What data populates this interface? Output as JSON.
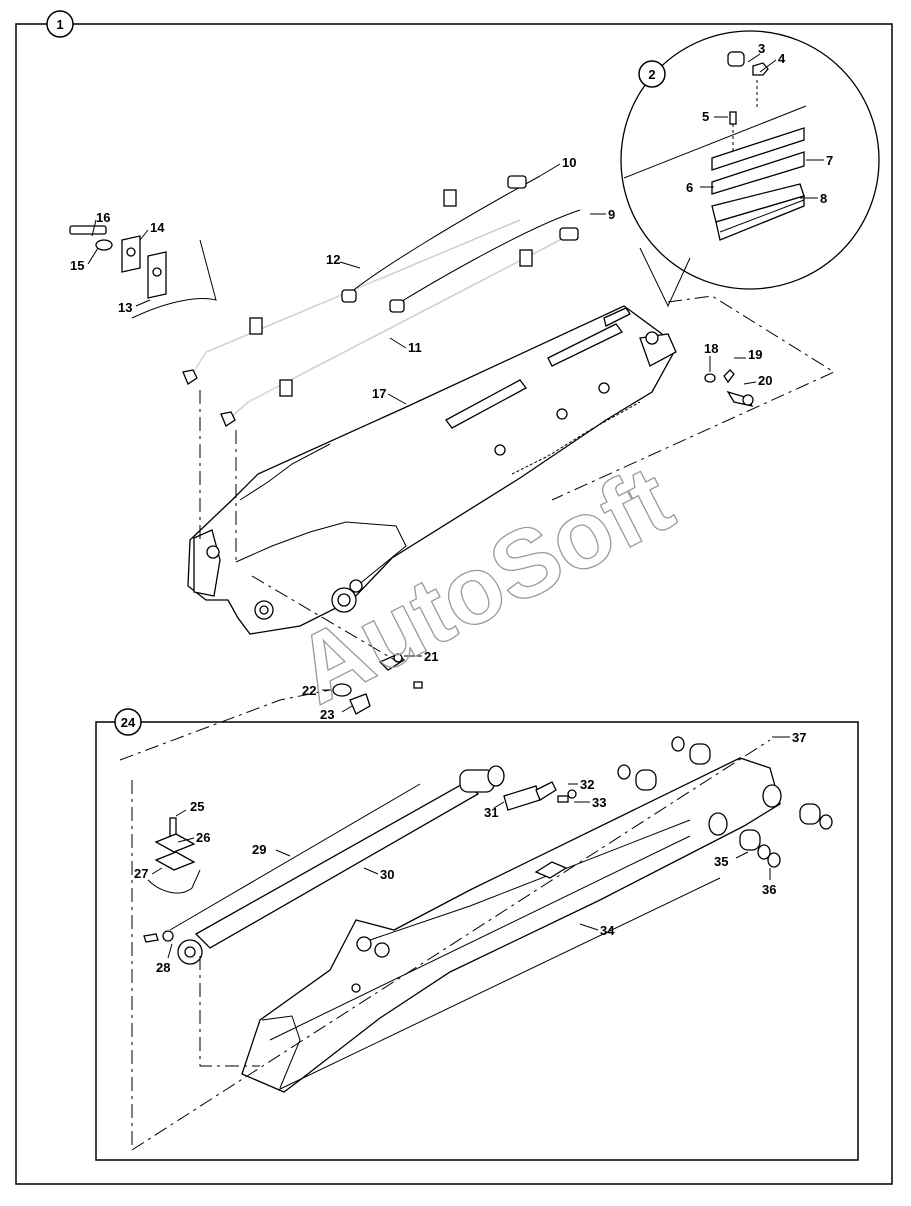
{
  "watermark": "AutoSoft",
  "groups": [
    {
      "id": "1",
      "label": "1"
    },
    {
      "id": "2",
      "label": "2"
    },
    {
      "id": "24",
      "label": "24"
    }
  ],
  "callouts": [
    {
      "id": "3",
      "label": "3"
    },
    {
      "id": "4",
      "label": "4"
    },
    {
      "id": "5",
      "label": "5"
    },
    {
      "id": "6",
      "label": "6"
    },
    {
      "id": "7",
      "label": "7"
    },
    {
      "id": "8",
      "label": "8"
    },
    {
      "id": "9",
      "label": "9"
    },
    {
      "id": "10",
      "label": "10"
    },
    {
      "id": "11",
      "label": "11"
    },
    {
      "id": "12",
      "label": "12"
    },
    {
      "id": "13",
      "label": "13"
    },
    {
      "id": "14",
      "label": "14"
    },
    {
      "id": "15",
      "label": "15"
    },
    {
      "id": "16",
      "label": "16"
    },
    {
      "id": "17",
      "label": "17"
    },
    {
      "id": "18",
      "label": "18"
    },
    {
      "id": "19",
      "label": "19"
    },
    {
      "id": "20",
      "label": "20"
    },
    {
      "id": "21",
      "label": "21"
    },
    {
      "id": "22",
      "label": "22"
    },
    {
      "id": "23",
      "label": "23"
    },
    {
      "id": "25",
      "label": "25"
    },
    {
      "id": "26",
      "label": "26"
    },
    {
      "id": "27",
      "label": "27"
    },
    {
      "id": "28",
      "label": "28"
    },
    {
      "id": "29",
      "label": "29"
    },
    {
      "id": "30",
      "label": "30"
    },
    {
      "id": "31",
      "label": "31"
    },
    {
      "id": "32",
      "label": "32"
    },
    {
      "id": "33",
      "label": "33"
    },
    {
      "id": "34",
      "label": "34"
    },
    {
      "id": "35",
      "label": "35"
    },
    {
      "id": "36",
      "label": "36"
    },
    {
      "id": "37",
      "label": "37"
    }
  ]
}
